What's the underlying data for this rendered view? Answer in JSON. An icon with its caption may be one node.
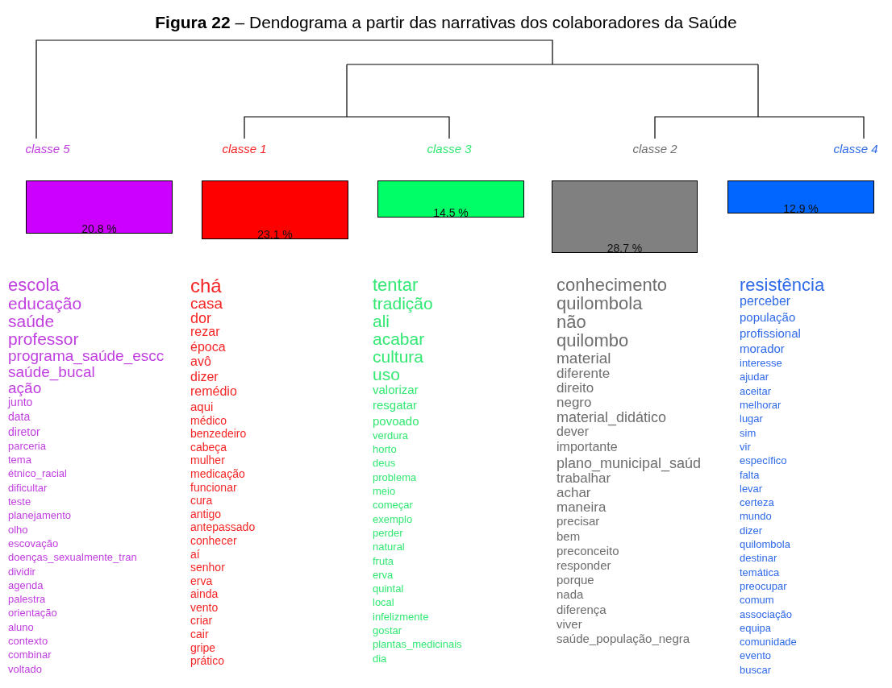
{
  "diagram": {
    "title": "**Figura 22** – Dendograma a partir das narrativas dos colaboradores da Saúde",
    "nodes": [
      {
        "text": [
          "classe 5"
        ]
      },
      {
        "text": [
          "classe 1"
        ]
      },
      {
        "text": [
          "classe 3"
        ]
      },
      {
        "text": [
          "classe 2"
        ]
      },
      {
        "text": [
          "classe 4"
        ]
      },
      {
        "text": [
          "20.8 %"
        ],
        "beside": [
          "escola",
          "educação",
          "saúde",
          "professor",
          "programa_saúde_escc",
          "saúde_bucal",
          "ação",
          "junto",
          "data",
          "diretor",
          "parceria",
          "tema",
          "étnico_racial",
          "dificultar",
          "teste",
          "planejamento",
          "olho",
          "escovação",
          "doenças_sexualmente_tran",
          "dividir",
          "agenda",
          "palestra",
          "orientação",
          "aluno",
          "contexto",
          "combinar",
          "voltado"
        ]
      },
      {
        "text": [
          "23.1 %"
        ],
        "beside": [
          "chá",
          "casa",
          "dor",
          "rezar",
          "época",
          "avô",
          "dizer",
          "remédio",
          "aqui",
          "médico",
          "benzedeiro",
          "cabeça",
          "mulher",
          "medicação",
          "funcionar",
          "cura",
          "antigo",
          "antepassado",
          "conhecer",
          "aí",
          "senhor",
          "erva",
          "ainda",
          "vento",
          "criar",
          "cair",
          "gripe",
          "prático"
        ]
      },
      {
        "text": [
          "14.5 %"
        ],
        "beside": [
          "tentar",
          "tradição",
          "ali",
          "acabar",
          "cultura",
          "uso",
          "valorizar",
          "resgatar",
          "povoado",
          "verdura",
          "horto",
          "deus",
          "problema",
          "meio",
          "começar",
          "exemplo",
          "perder",
          "natural",
          "fruta",
          "erva",
          "quintal",
          "local",
          "infelizmente",
          "gostar",
          "plantas_medicinais",
          "dia"
        ]
      },
      {
        "text": [
          "28.7 %"
        ],
        "beside": [
          "conhecimento",
          "quilombola",
          "não",
          "quilombo",
          "material",
          "diferente",
          "direito",
          "negro",
          "material_didático",
          "dever",
          "importante",
          "plano_municipal_saúd",
          "trabalhar",
          "achar",
          "maneira",
          "precisar",
          "bem",
          "preconceito",
          "responder",
          "porque",
          "nada",
          "diferença",
          "viver",
          "saúde_população_negra"
        ]
      },
      {
        "text": [
          "12.9 %"
        ],
        "beside": [
          "resistência",
          "perceber",
          "população",
          "profissional",
          "morador",
          "interesse",
          "ajudar",
          "aceitar",
          "melhorar",
          "lugar",
          "sim",
          "vir",
          "específico",
          "falta",
          "levar",
          "certeza",
          "mundo",
          "dizer",
          "quilombola",
          "destinar",
          "temática",
          "preocupar",
          "comum",
          "associação",
          "equipa",
          "comunidade",
          "evento",
          "buscar"
        ]
      }
    ]
  }
}
